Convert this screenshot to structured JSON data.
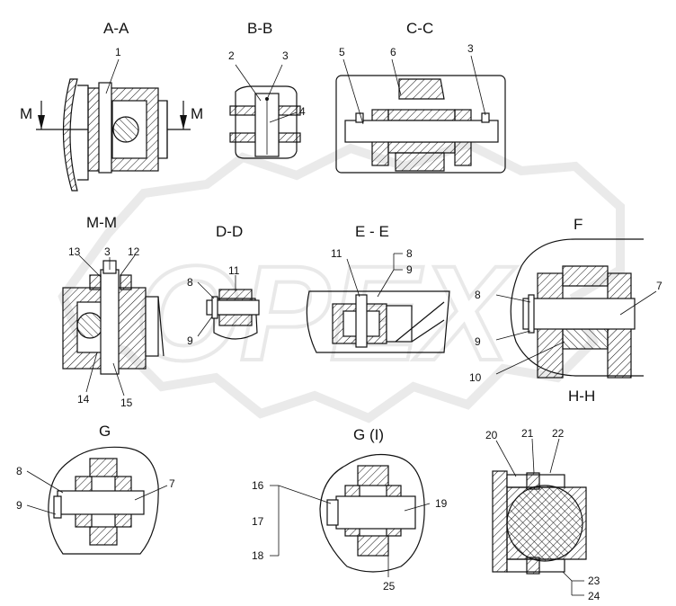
{
  "sections": {
    "aa": "A-A",
    "bb": "B-B",
    "cc": "C-C",
    "mm": "M-M",
    "dd": "D-D",
    "ee": "E - E",
    "f": "F",
    "hh": "H-H",
    "g": "G",
    "gi": "G (I)"
  },
  "marks": {
    "m_left": "M",
    "m_right": "M"
  },
  "callouts": {
    "aa_1": "1",
    "bb_2": "2",
    "bb_3": "3",
    "bb_4": "4",
    "cc_5": "5",
    "cc_6": "6",
    "cc_3": "3",
    "mm_13": "13",
    "mm_3": "3",
    "mm_12": "12",
    "mm_14": "14",
    "mm_15": "15",
    "dd_8": "8",
    "dd_11": "11",
    "dd_9": "9",
    "ee_11": "11",
    "ee_8": "8",
    "ee_9": "9",
    "f_8": "8",
    "f_7": "7",
    "f_9": "9",
    "f_10": "10",
    "g_8": "8",
    "g_7": "7",
    "g_9": "9",
    "gi_16": "16",
    "gi_17": "17",
    "gi_18": "18",
    "gi_19": "19",
    "gi_25": "25",
    "hh_20": "20",
    "hh_21": "21",
    "hh_22": "22",
    "hh_23": "23",
    "hh_24": "24"
  },
  "watermark": "OPEX"
}
